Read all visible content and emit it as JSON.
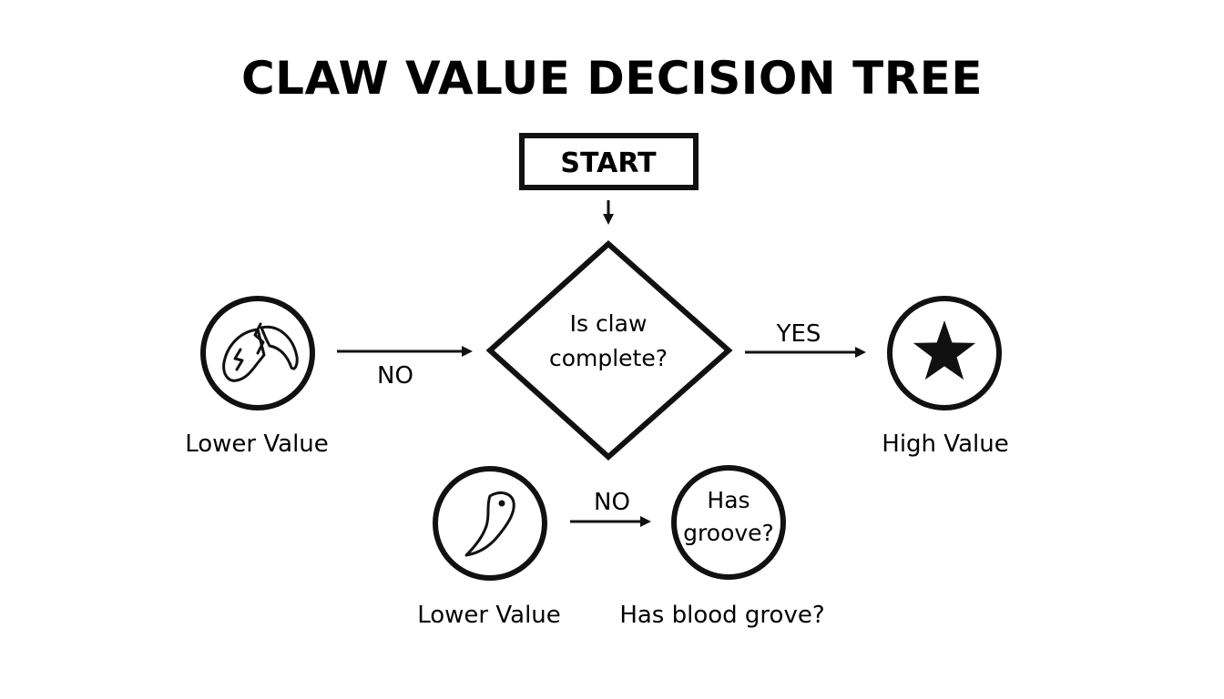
{
  "title": "CLAW VALUE DECISION TREE",
  "start": {
    "label": "START"
  },
  "question": {
    "line1": "Is claw",
    "line2": "complete?"
  },
  "edges": {
    "yes": "YES",
    "no_left": "NO",
    "no_bottom": "NO"
  },
  "outcomes": {
    "high_value": {
      "label": "High Value",
      "icon": "star-icon"
    },
    "lower_value_broken": {
      "label": "Lower Value",
      "icon": "broken-claw-icon"
    },
    "lower_value_claw": {
      "label": "Lower Value",
      "icon": "claw-icon"
    }
  },
  "groove": {
    "line1": "Has",
    "line2": "groove?",
    "caption": "Has blood grove?"
  },
  "colors": {
    "ink": "#111111",
    "background": "#ffffff"
  }
}
